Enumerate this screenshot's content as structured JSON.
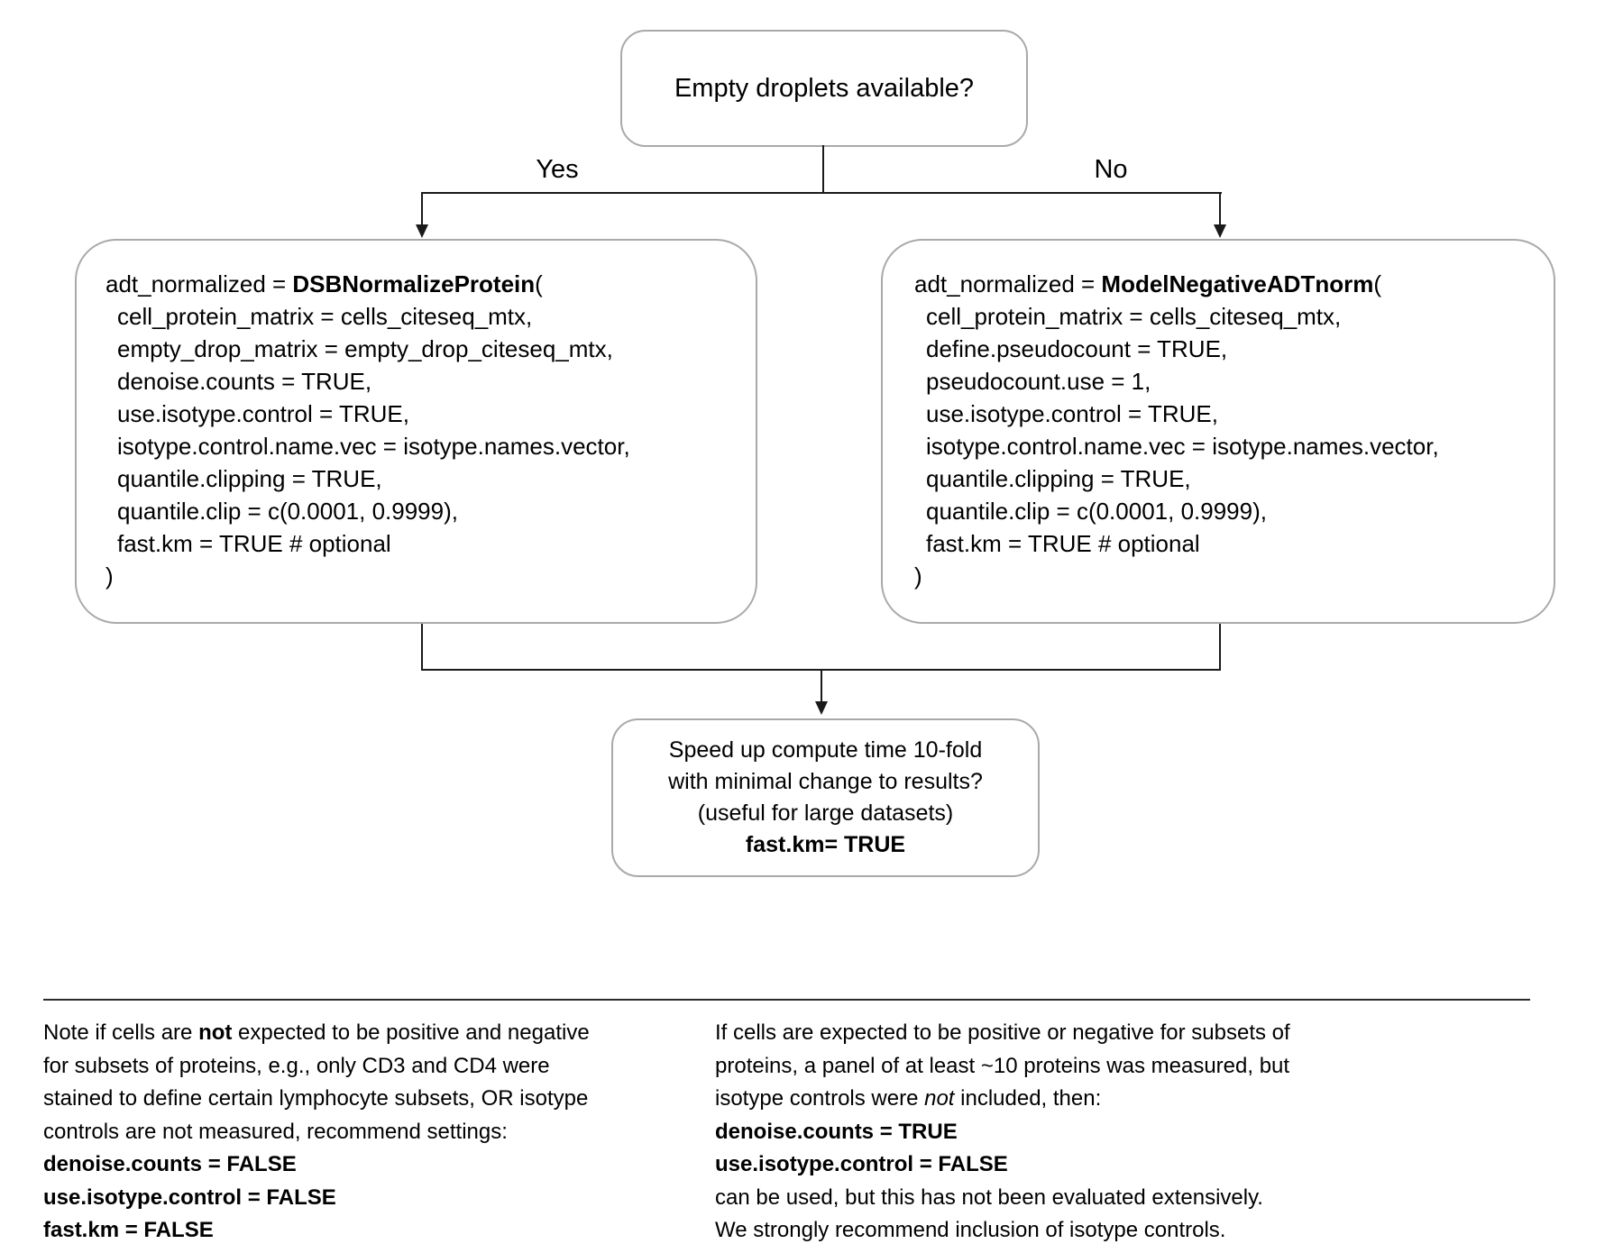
{
  "diagram": {
    "decision": {
      "label": "Empty droplets available?"
    },
    "branch_yes": "Yes",
    "branch_no": "No",
    "left_box": {
      "assign": "adt_normalized = ",
      "fn": "DSBNormalizeProtein",
      "open_paren": "(",
      "params": [
        "cell_protein_matrix = cells_citeseq_mtx,",
        "empty_drop_matrix = empty_drop_citeseq_mtx,",
        "denoise.counts = TRUE,",
        "use.isotype.control = TRUE,",
        "isotype.control.name.vec = isotype.names.vector,",
        "quantile.clipping = TRUE,",
        "quantile.clip = c(0.0001, 0.9999),",
        "fast.km = TRUE # optional"
      ],
      "close_paren": ")"
    },
    "right_box": {
      "assign": "adt_normalized = ",
      "fn": "ModelNegativeADTnorm",
      "open_paren": "(",
      "params": [
        "cell_protein_matrix = cells_citeseq_mtx,",
        "define.pseudocount = TRUE,",
        "pseudocount.use = 1,",
        "use.isotype.control = TRUE,",
        "isotype.control.name.vec = isotype.names.vector,",
        "quantile.clipping = TRUE,",
        "quantile.clip = c(0.0001, 0.9999),",
        "fast.km = TRUE # optional"
      ],
      "close_paren": ")"
    },
    "speed_box": {
      "line1": "Speed up compute time 10-fold",
      "line2": "with minimal change to results?",
      "line3": "(useful for large datasets)",
      "line4": "fast.km= TRUE"
    }
  },
  "notes": {
    "left": {
      "l1_pre": "Note if cells are ",
      "l1_bold": "not",
      "l1_post": " expected to be positive and negative",
      "l2": "for subsets of proteins, e.g., only CD3 and CD4 were",
      "l3": "stained to define certain lymphocyte subsets, OR isotype",
      "l4": "controls are not measured, recommend settings:",
      "l5": "denoise.counts = FALSE",
      "l6": "use.isotype.control = FALSE",
      "l7": "fast.km = FALSE"
    },
    "right": {
      "l1": "If cells are expected to be positive or negative for subsets of",
      "l2": "proteins, a panel of at least ~10 proteins was measured, but",
      "l3_pre": "isotype controls were ",
      "l3_italic": "not",
      "l3_post": " included, then:",
      "l4": "denoise.counts = TRUE",
      "l5": "use.isotype.control = FALSE",
      "l6": "can be used, but this has not been evaluated extensively.",
      "l7": "We strongly recommend inclusion of isotype controls."
    }
  },
  "colors": {
    "background": "#ffffff",
    "box_border": "#a9a9a9",
    "connector_line": "#1a1a1a",
    "text": "#000000"
  }
}
